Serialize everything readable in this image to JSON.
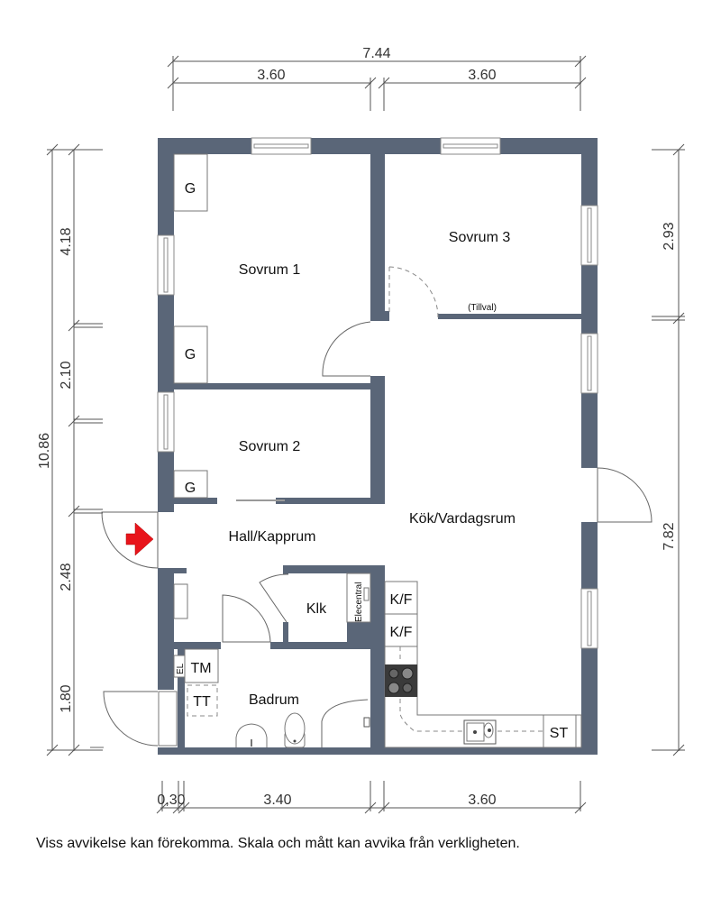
{
  "floorplan": {
    "rooms": {
      "sovrum1": "Sovrum 1",
      "sovrum2": "Sovrum 2",
      "sovrum3": "Sovrum 3",
      "tillval": "(Tillval)",
      "hall": "Hall/Kapprum",
      "kok": "Kök/Vardagsrum",
      "klk": "Klk",
      "badrum": "Badrum",
      "elecentral": "Elecentral"
    },
    "fixtures": {
      "g1": "G",
      "g2": "G",
      "g3": "G",
      "kf1": "K/F",
      "kf2": "K/F",
      "st": "ST",
      "tm": "TM",
      "tt": "TT",
      "el": "EL"
    },
    "dimensions": {
      "top_total": "7.44",
      "top_left": "3.60",
      "top_right": "3.60",
      "left_total": "10.86",
      "left_1": "4.18",
      "left_2": "2.10",
      "left_3": "2.48",
      "left_4": "1.80",
      "right_1": "2.93",
      "right_2": "7.82",
      "bottom_1": "0,30",
      "bottom_2": "3.40",
      "bottom_3": "3.60"
    },
    "colors": {
      "wall": "#5a6678",
      "entrance_arrow": "#e8141b",
      "stove": "#3a3a3a"
    }
  },
  "footer": {
    "disclaimer": "Viss avvikelse kan förekomma. Skala och mått kan avvika från verkligheten."
  }
}
